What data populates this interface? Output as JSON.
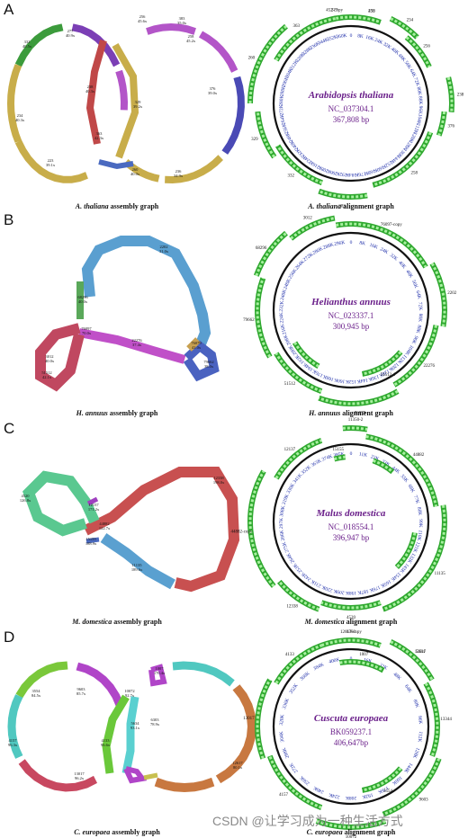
{
  "panels": [
    {
      "letter": "A",
      "assembly_caption": {
        "species": "A. thaliana",
        "suffix": " assembly graph"
      },
      "alignment_caption": {
        "species": "A. thaliana",
        "suffix": " alignment graph"
      },
      "circle": {
        "species": "Arabidopsis thaliana",
        "accession": "NC_037304.1",
        "length": "367,808 bp"
      },
      "graph_labels": [
        "277\n40.9x",
        "256\n45.6x",
        "383\n35.0x",
        "258\n45.2x",
        "376\n39.0x",
        "234\n40.3x",
        "238\n40.3x",
        "329\n39.2x",
        "363\n42.3x",
        "260\n40.0x",
        "332\n40.5x",
        "223\n39.1x",
        "236\n34.9x"
      ],
      "ticks": [
        "0",
        "8K",
        "16K",
        "24K",
        "32K",
        "40K",
        "48K",
        "56K",
        "64K",
        "72K",
        "80K",
        "88K",
        "96K",
        "104K",
        "112K",
        "120K",
        "128K",
        "136K",
        "144K",
        "152K",
        "160K",
        "168K",
        "176K",
        "184K",
        "192K",
        "200K",
        "208K",
        "216K",
        "224K",
        "232K",
        "240K",
        "248K",
        "256K",
        "264K",
        "272K",
        "280K",
        "288K",
        "296K",
        "304K",
        "312K",
        "320K",
        "328K",
        "336K",
        "344K",
        "352K",
        "360K"
      ],
      "arc_labels": [
        "277",
        "452",
        "234",
        "256",
        "238",
        "376",
        "258",
        "383",
        "332",
        "329",
        "260",
        "363",
        "452-copy",
        "236"
      ]
    },
    {
      "letter": "B",
      "assembly_caption": {
        "species": "H. annuus",
        "suffix": " assembly graph"
      },
      "alignment_caption": {
        "species": "H. annuus",
        "suffix": " alignment graph"
      },
      "circle": {
        "species": "Helianthus annuus",
        "accession": "NC_023337.1",
        "length": "300,945 bp"
      },
      "graph_labels": [
        "2202\n31.0x",
        "68296\n40.0x",
        "76097\n70.0x",
        "22276\n37.4x",
        "76079\n41.0x",
        "79662\n38.0x",
        "3012\n40.0x",
        "51512\n42.1x"
      ],
      "ticks": [
        "0",
        "8K",
        "16K",
        "24K",
        "32K",
        "40K",
        "48K",
        "56K",
        "64K",
        "72K",
        "80K",
        "88K",
        "96K",
        "104K",
        "112K",
        "120K",
        "128K",
        "136K",
        "144K",
        "152K",
        "160K",
        "168K",
        "176K",
        "184K",
        "192K",
        "200K",
        "208K",
        "216K",
        "224K",
        "232K",
        "240K",
        "248K",
        "256K",
        "264K",
        "272K",
        "280K",
        "288K",
        "296K"
      ],
      "arc_labels": [
        "76097-copy",
        "2202",
        "22276",
        "76079",
        "51512",
        "79662",
        "68296",
        "3012",
        "51512-1"
      ]
    },
    {
      "letter": "C",
      "assembly_caption": {
        "species": "M. domestica",
        "suffix": " assembly graph"
      },
      "alignment_caption": {
        "species": "M. domestica",
        "suffix": " alignment graph"
      },
      "circle": {
        "species": "Malus domestica",
        "accession": "NC_018554.1",
        "length": "396,947 bp"
      },
      "graph_labels": [
        "4520\n126.8x",
        "12137\n171.2x",
        "44882\n122.7x",
        "11135\n189.6x",
        "12338\n198.0x",
        "15155\n188.9x"
      ],
      "ticks": [
        "0",
        "11K",
        "22K",
        "33K",
        "44K",
        "55K",
        "66K",
        "77K",
        "88K",
        "99K",
        "110K",
        "121K",
        "132K",
        "143K",
        "154K",
        "165K",
        "176K",
        "187K",
        "198K",
        "209K",
        "220K",
        "231K",
        "242K",
        "253K",
        "264K",
        "275K",
        "286K",
        "297K",
        "308K",
        "319K",
        "330K",
        "341K",
        "352K",
        "363K",
        "374K",
        "385K"
      ],
      "arc_labels": [
        "11350-2",
        "44882",
        "11135",
        "4520",
        "12338",
        "44882-copy",
        "12137",
        "15155"
      ]
    },
    {
      "letter": "D",
      "assembly_caption": {
        "species": "C. europaea",
        "suffix": " assembly graph"
      },
      "alignment_caption": {
        "species": "C. europaea",
        "suffix": " alignment graph"
      },
      "circle": {
        "species": "Cuscuta europaea",
        "accession": "BK059237.1",
        "length": "406,647bp"
      },
      "graph_labels": [
        "3554\n84.5x",
        "4133\n96.6x",
        "1007\n170.4x",
        "5634\n93.1x",
        "10072\n92.7x",
        "6303\n78.9x",
        "12617\n80.1x",
        "4157\n96.3x",
        "9603\n85.7x",
        "13017\n96.2x"
      ],
      "ticks": [
        "0",
        "16K",
        "32K",
        "48K",
        "64K",
        "80K",
        "96K",
        "112K",
        "128K",
        "144K",
        "160K",
        "176K",
        "192K",
        "208K",
        "224K",
        "240K",
        "256K",
        "272K",
        "288K",
        "304K",
        "320K",
        "336K",
        "352K",
        "368K",
        "384K",
        "400K"
      ],
      "arc_labels": [
        "12617-copy",
        "5634",
        "13344",
        "9603",
        "10072",
        "4157",
        "13017",
        "4133",
        "1007",
        "3554",
        "6303",
        "12617"
      ]
    }
  ],
  "watermark": "CSDN @让学习成为一种生活方式"
}
